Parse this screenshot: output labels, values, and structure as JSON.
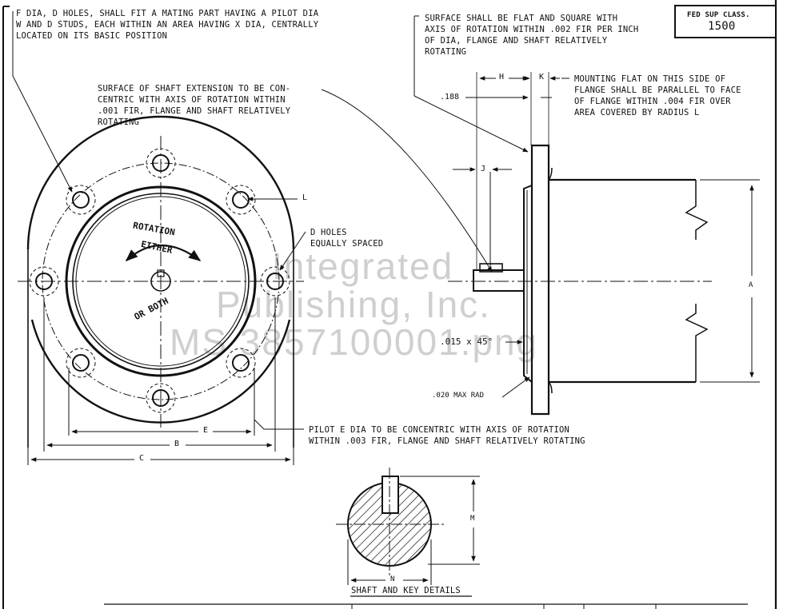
{
  "notes": {
    "top_left": [
      "F DIA, D HOLES, SHALL FIT A MATING PART HAVING A PILOT DIA",
      "W AND D STUDS, EACH WITHIN AN AREA HAVING X DIA, CENTRALLY",
      "LOCATED ON ITS BASIC POSITION"
    ],
    "shaft_extension": [
      "SURFACE OF SHAFT EXTENSION TO BE CON-",
      "CENTRIC WITH AXIS OF ROTATION WITHIN",
      ".001 FIR, FLANGE AND SHAFT RELATIVELY",
      "ROTATING"
    ],
    "flat_square": [
      "SURFACE SHALL BE FLAT AND SQUARE WITH",
      "AXIS OF ROTATION WITHIN .002 FIR PER INCH",
      "OF DIA, FLANGE AND SHAFT RELATIVELY",
      "ROTATING"
    ],
    "mounting_flat": [
      "MOUNTING FLAT ON THIS SIDE OF",
      "FLANGE SHALL BE PARALLEL TO FACE",
      "OF FLANGE WITHIN .004 FIR OVER",
      "AREA COVERED BY RADIUS L"
    ],
    "d_holes": [
      "D HOLES",
      "EQUALLY SPACED"
    ],
    "pilot": [
      "PILOT E DIA TO BE CONCENTRIC WITH AXIS OF ROTATION",
      "WITHIN .003 FIR, FLANGE AND SHAFT RELATIVELY ROTATING"
    ]
  },
  "class_box": {
    "title": "FED SUP CLASS.",
    "value": "1500"
  },
  "dims": {
    "L": "L",
    "E": "E",
    "B": "B",
    "C": "C",
    "H": "H",
    "K": "K",
    "J": "J",
    "A": "A",
    "M": "M",
    "N": "N",
    "d188": ".188",
    "chamfer": ".015 x 45°",
    "maxrad": ".020 MAX RAD"
  },
  "front_view": {
    "rotation": "ROTATION",
    "either": "EITHER",
    "or_both": "OR BOTH"
  },
  "shaft_key_caption": "SHAFT AND KEY DETAILS",
  "watermark": [
    "Integrated",
    "Publishing, Inc.",
    "MS 3857100001.png"
  ]
}
